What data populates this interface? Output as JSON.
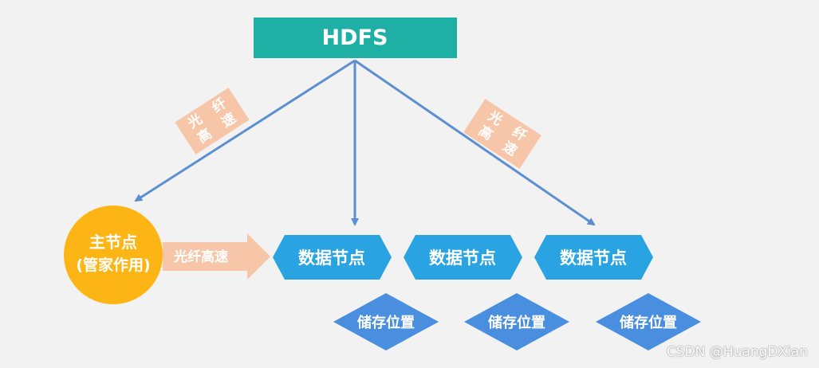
{
  "colors": {
    "background": "#f2f2f2",
    "hdfs_fill": "#1fb0a5",
    "master_fill": "#fdb515",
    "data_node_fill": "#2aa3e3",
    "storage_fill": "#4a8ee0",
    "link_label_fill": "#f7c6a8",
    "arrow_color": "#5b8fd1",
    "text_color": "#ffffff"
  },
  "hdfs": {
    "label": "HDFS"
  },
  "master_node": {
    "line1": "主节点",
    "line2": "(管家作用)"
  },
  "link_labels": {
    "left": [
      "光",
      "纤",
      "高",
      "速"
    ],
    "right": [
      "光",
      "纤",
      "高",
      "速"
    ],
    "horizontal": "光纤高速"
  },
  "data_nodes": [
    {
      "label": "数据节点"
    },
    {
      "label": "数据节点"
    },
    {
      "label": "数据节点"
    }
  ],
  "storage_nodes": [
    {
      "label": "储存位置"
    },
    {
      "label": "储存位置"
    },
    {
      "label": "储存位置"
    }
  ],
  "watermark": "CSDN @HuangDXian"
}
